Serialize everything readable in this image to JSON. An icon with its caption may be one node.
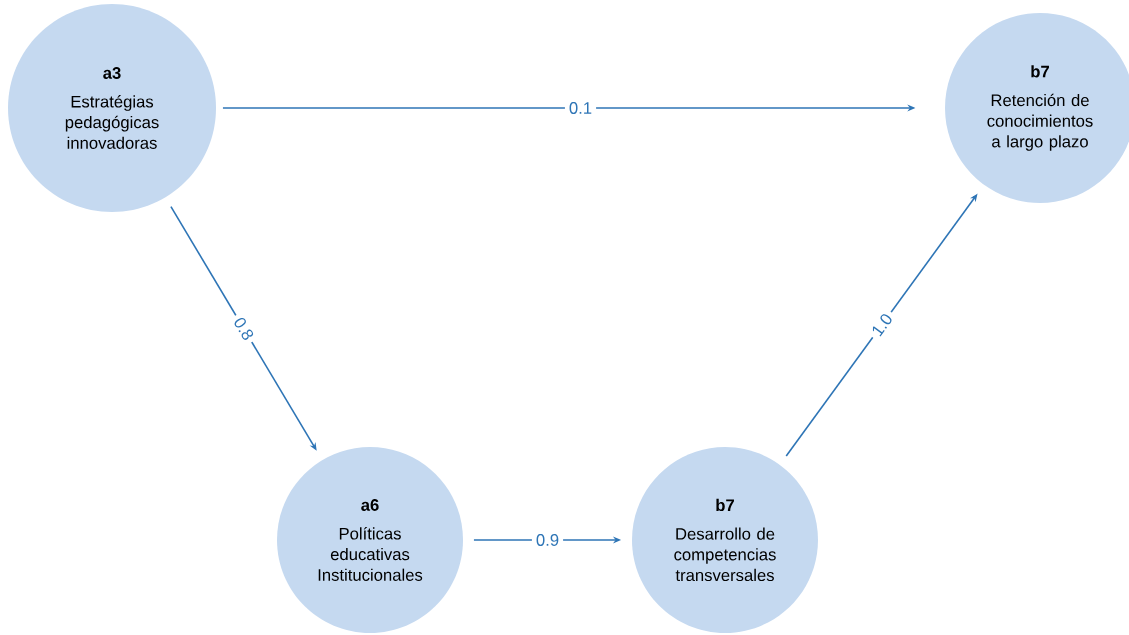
{
  "diagram": {
    "nodes": [
      {
        "text": [
          "a3",
          "Estratégias pedagógicas innovadoras"
        ]
      },
      {
        "text": [
          "b7",
          "Retención de conocimientos a largo plazo"
        ]
      },
      {
        "text": [
          "a6",
          "Políticas educativas Institucionales"
        ]
      },
      {
        "text": [
          "b7",
          "Desarrollo de competencias transversales"
        ]
      }
    ],
    "edges": [
      {
        "from": 0,
        "to": 1,
        "arrow": "to",
        "label": "0.1"
      },
      {
        "from": 0,
        "to": 2,
        "arrow": "to",
        "label": "0.8"
      },
      {
        "from": 2,
        "to": 3,
        "arrow": "to",
        "label": "0.9"
      },
      {
        "from": 3,
        "to": 1,
        "arrow": "to",
        "label": "1.0"
      }
    ]
  }
}
